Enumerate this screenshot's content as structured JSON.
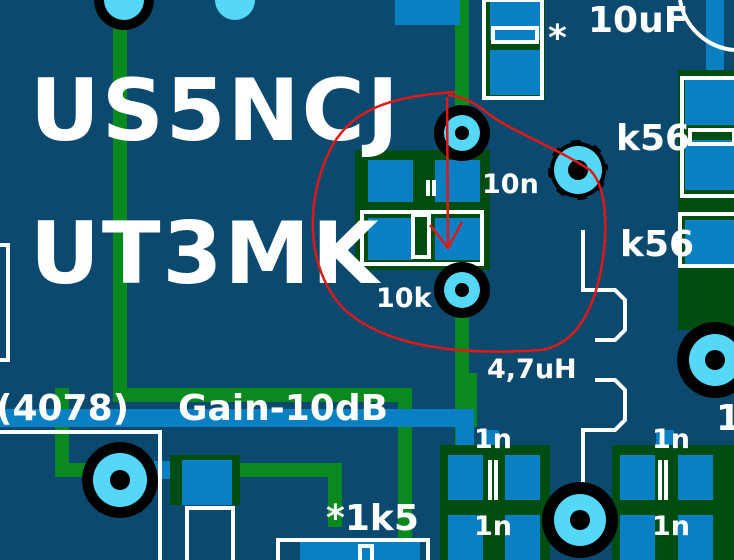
{
  "labels": {
    "title1": "US5NCJ",
    "title2": "UT3MK",
    "cap_10uF": "10uF",
    "asterisk1": "*",
    "k56_top": "k56",
    "k56_bottom": "k56",
    "cap_10n": "10n",
    "res_10k": "10k",
    "ind_4_7uH": "4,7uH",
    "part_4078": "(4078)",
    "gain": "Gain-10dB",
    "cap_1n_a": "1n",
    "cap_1n_b": "1n",
    "cap_1n_c": "1n",
    "cap_1n_d": "1n",
    "res_1k5": "*1k5",
    "edge_1": "1"
  },
  "colors": {
    "board": "#0b4a6e",
    "trace_green": "#0a8a1e",
    "copper_blue": "#0a80c4",
    "pad_cyan": "#55d8f8",
    "pad_outline": "#004d12",
    "silkscreen": "#ffffff",
    "annotation": "#e01818"
  }
}
